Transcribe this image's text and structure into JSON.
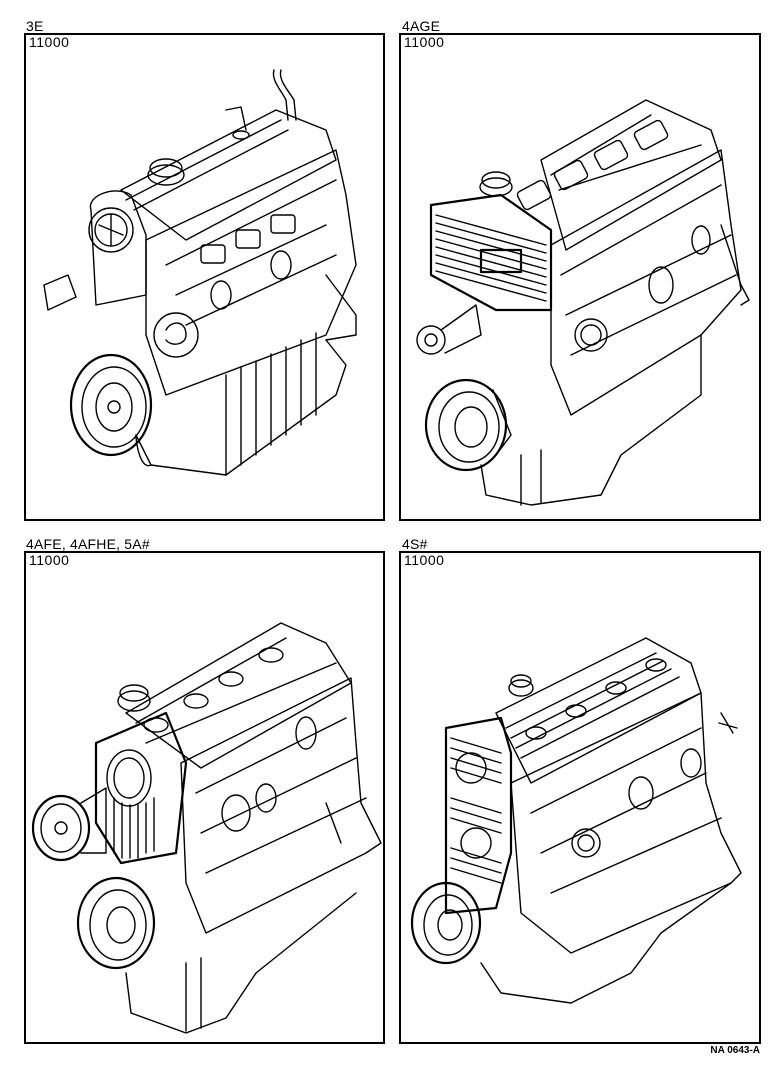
{
  "panels": [
    {
      "engine_label": "3E",
      "part_number": "11000",
      "illustration": "engine-assembly-3e"
    },
    {
      "engine_label": "4AGE",
      "part_number": "11000",
      "illustration": "engine-assembly-4age"
    },
    {
      "engine_label": "4AFE, 4AFHE, 5A#",
      "part_number": "11000",
      "illustration": "engine-assembly-4afe"
    },
    {
      "engine_label": "4S#",
      "part_number": "11000",
      "illustration": "engine-assembly-4s"
    }
  ],
  "footer": {
    "reference_code": "NA 0643-A"
  },
  "colors": {
    "ink": "#000000",
    "paper": "#ffffff"
  }
}
